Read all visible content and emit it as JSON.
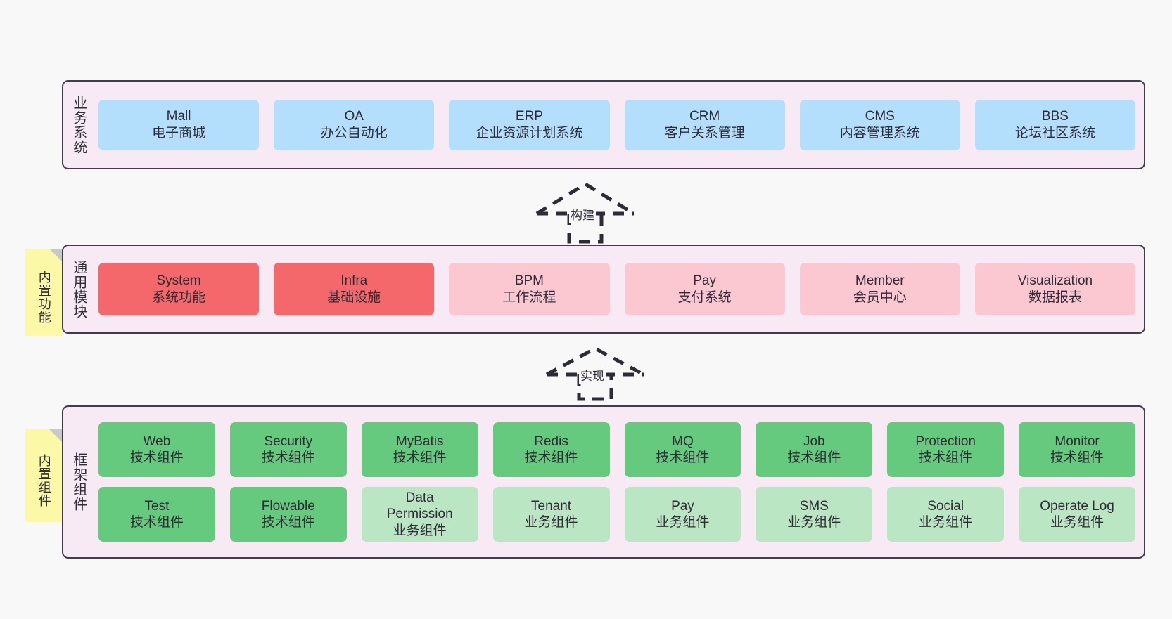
{
  "colors": {
    "canvas": "#f8f8f8",
    "layer_fill": "#f7eaf4",
    "layer_border": "#413c4a",
    "blue": "#b3dffc",
    "red": "#f4686c",
    "pink": "#fbc8d1",
    "green": "#65c97e",
    "green_light": "#bbe6c3",
    "sticky_yellow": "#fbf8a8",
    "sticky_fold": "#c9c9c9"
  },
  "layers": [
    {
      "id": "business-system",
      "title": "业务系统",
      "rows": [
        [
          {
            "name": "Mall",
            "desc": "电子商城",
            "fill": "blue"
          },
          {
            "name": "OA",
            "desc": "办公自动化",
            "fill": "blue"
          },
          {
            "name": "ERP",
            "desc": "企业资源计划系统",
            "fill": "blue"
          },
          {
            "name": "CRM",
            "desc": "客户关系管理",
            "fill": "blue"
          },
          {
            "name": "CMS",
            "desc": "内容管理系统",
            "fill": "blue"
          },
          {
            "name": "BBS",
            "desc": "论坛社区系统",
            "fill": "blue"
          }
        ]
      ]
    },
    {
      "id": "common-modules",
      "title": "通用模块",
      "rows": [
        [
          {
            "name": "System",
            "desc": "系统功能",
            "fill": "red"
          },
          {
            "name": "Infra",
            "desc": "基础设施",
            "fill": "red"
          },
          {
            "name": "BPM",
            "desc": "工作流程",
            "fill": "pink"
          },
          {
            "name": "Pay",
            "desc": "支付系统",
            "fill": "pink"
          },
          {
            "name": "Member",
            "desc": "会员中心",
            "fill": "pink"
          },
          {
            "name": "Visualization",
            "desc": "数据报表",
            "fill": "pink"
          }
        ]
      ]
    },
    {
      "id": "framework-components",
      "title": "框架组件",
      "rows": [
        [
          {
            "name": "Web",
            "desc": "技术组件",
            "fill": "green"
          },
          {
            "name": "Security",
            "desc": "技术组件",
            "fill": "green"
          },
          {
            "name": "MyBatis",
            "desc": "技术组件",
            "fill": "green"
          },
          {
            "name": "Redis",
            "desc": "技术组件",
            "fill": "green"
          },
          {
            "name": "MQ",
            "desc": "技术组件",
            "fill": "green"
          },
          {
            "name": "Job",
            "desc": "技术组件",
            "fill": "green"
          },
          {
            "name": "Protection",
            "desc": "技术组件",
            "fill": "green"
          },
          {
            "name": "Monitor",
            "desc": "技术组件",
            "fill": "green"
          }
        ],
        [
          {
            "name": "Test",
            "desc": "技术组件",
            "fill": "green"
          },
          {
            "name": "Flowable",
            "desc": "技术组件",
            "fill": "green"
          },
          {
            "name": "Data",
            "name2": "Permission",
            "desc": "业务组件",
            "fill": "green_light"
          },
          {
            "name": "Tenant",
            "desc": "业务组件",
            "fill": "green_light"
          },
          {
            "name": "Pay",
            "desc": "业务组件",
            "fill": "green_light"
          },
          {
            "name": "SMS",
            "desc": "业务组件",
            "fill": "green_light"
          },
          {
            "name": "Social",
            "desc": "业务组件",
            "fill": "green_light"
          },
          {
            "name": "Operate Log",
            "desc": "业务组件",
            "fill": "green_light"
          }
        ]
      ]
    }
  ],
  "sticky_notes": [
    {
      "id": "builtin-function",
      "text": "内置功能"
    },
    {
      "id": "builtin-component",
      "text": "内置组件"
    }
  ],
  "arrows": [
    {
      "id": "build",
      "label": "构建"
    },
    {
      "id": "implement",
      "label": "实现"
    }
  ]
}
